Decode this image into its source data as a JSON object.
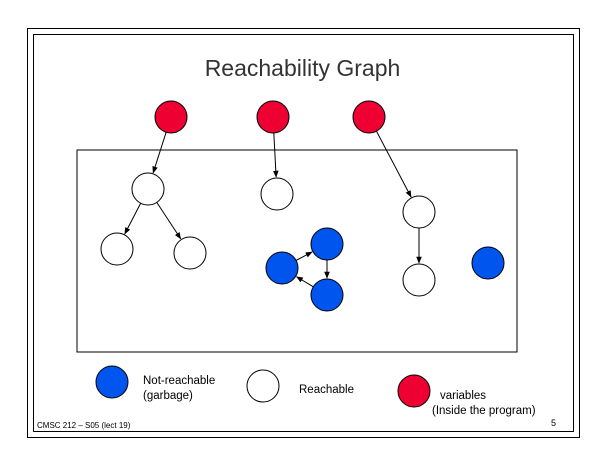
{
  "title": "Reachability Graph",
  "colors": {
    "variable": "#ee0033",
    "garbage": "#0055ee",
    "reachable": "#ffffff",
    "line": "#000000"
  },
  "legend": {
    "garbage_line1": "Not-reachable",
    "garbage_line2": "(garbage)",
    "reachable": "Reachable",
    "variables_line1": "variables",
    "variables_line2": "(Inside the program)"
  },
  "footer": "CMSC 212 – S05 (lect 19)",
  "page_number": "5",
  "nodes": [
    {
      "id": "var-1",
      "kind": "variable"
    },
    {
      "id": "var-2",
      "kind": "variable"
    },
    {
      "id": "var-3",
      "kind": "variable"
    },
    {
      "id": "r-left-parent",
      "kind": "reachable"
    },
    {
      "id": "r-left-child-1",
      "kind": "reachable"
    },
    {
      "id": "r-left-child-2",
      "kind": "reachable"
    },
    {
      "id": "r-middle",
      "kind": "reachable"
    },
    {
      "id": "r-right-upper",
      "kind": "reachable"
    },
    {
      "id": "r-right-lower",
      "kind": "reachable"
    },
    {
      "id": "g-cycle-top",
      "kind": "garbage"
    },
    {
      "id": "g-cycle-left",
      "kind": "garbage"
    },
    {
      "id": "g-cycle-bottom",
      "kind": "garbage"
    },
    {
      "id": "g-isolated",
      "kind": "garbage"
    }
  ],
  "edges": [
    {
      "from": "var-1",
      "to": "r-left-parent"
    },
    {
      "from": "var-2",
      "to": "r-middle"
    },
    {
      "from": "var-3",
      "to": "r-right-upper"
    },
    {
      "from": "r-left-parent",
      "to": "r-left-child-1"
    },
    {
      "from": "r-left-parent",
      "to": "r-left-child-2"
    },
    {
      "from": "r-right-upper",
      "to": "r-right-lower"
    },
    {
      "from": "g-cycle-left",
      "to": "g-cycle-top"
    },
    {
      "from": "g-cycle-top",
      "to": "g-cycle-bottom"
    },
    {
      "from": "g-cycle-bottom",
      "to": "g-cycle-left"
    }
  ]
}
